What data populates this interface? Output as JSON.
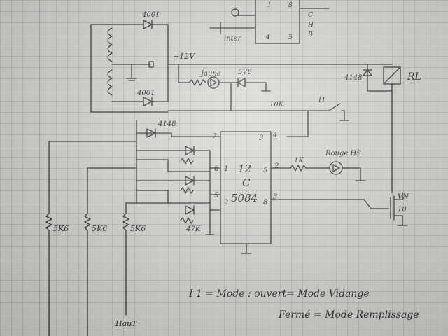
{
  "labels": {
    "diode_4001_top": "4001",
    "diode_4001_bottom": "4001",
    "supply": "+12V",
    "led_jaune": "Jaune",
    "zener": "5V6",
    "diode_4148_relay": "4148",
    "relay": "RL",
    "res_10k": "10K",
    "switch_i1": "I1",
    "diode_4148_ic": "4148",
    "res_1k": "1K",
    "led_rouge": "Rouge HS",
    "mosfet": "VN",
    "mosfet_num": "10",
    "ic_line1": "12",
    "ic_line2": "C",
    "ic_line3": "5084",
    "pin_7": "7",
    "pin_3": "3",
    "pin_4": "4",
    "pin_6": "6",
    "pin_1": "1",
    "pin_5": "5",
    "pin_2": "2",
    "pin_out_5": "5",
    "pin_out_2": "2",
    "pin_out_3": "3",
    "pin_8": "8",
    "res_47k": "47K",
    "res_5k6_a": "5K6",
    "res_5k6_b": "5K6",
    "res_5k6_c": "5K6",
    "haut": "HauT",
    "inter": "inter",
    "top_4": "4",
    "top_5": "5",
    "top_8": "8",
    "top_1": "1",
    "top_C": "C",
    "top_H": "H",
    "top_B": "B"
  },
  "notes": {
    "line1": "I 1 = Mode :  ouvert= Mode Vidange",
    "line2": "Fermé = Mode Remplissage"
  }
}
